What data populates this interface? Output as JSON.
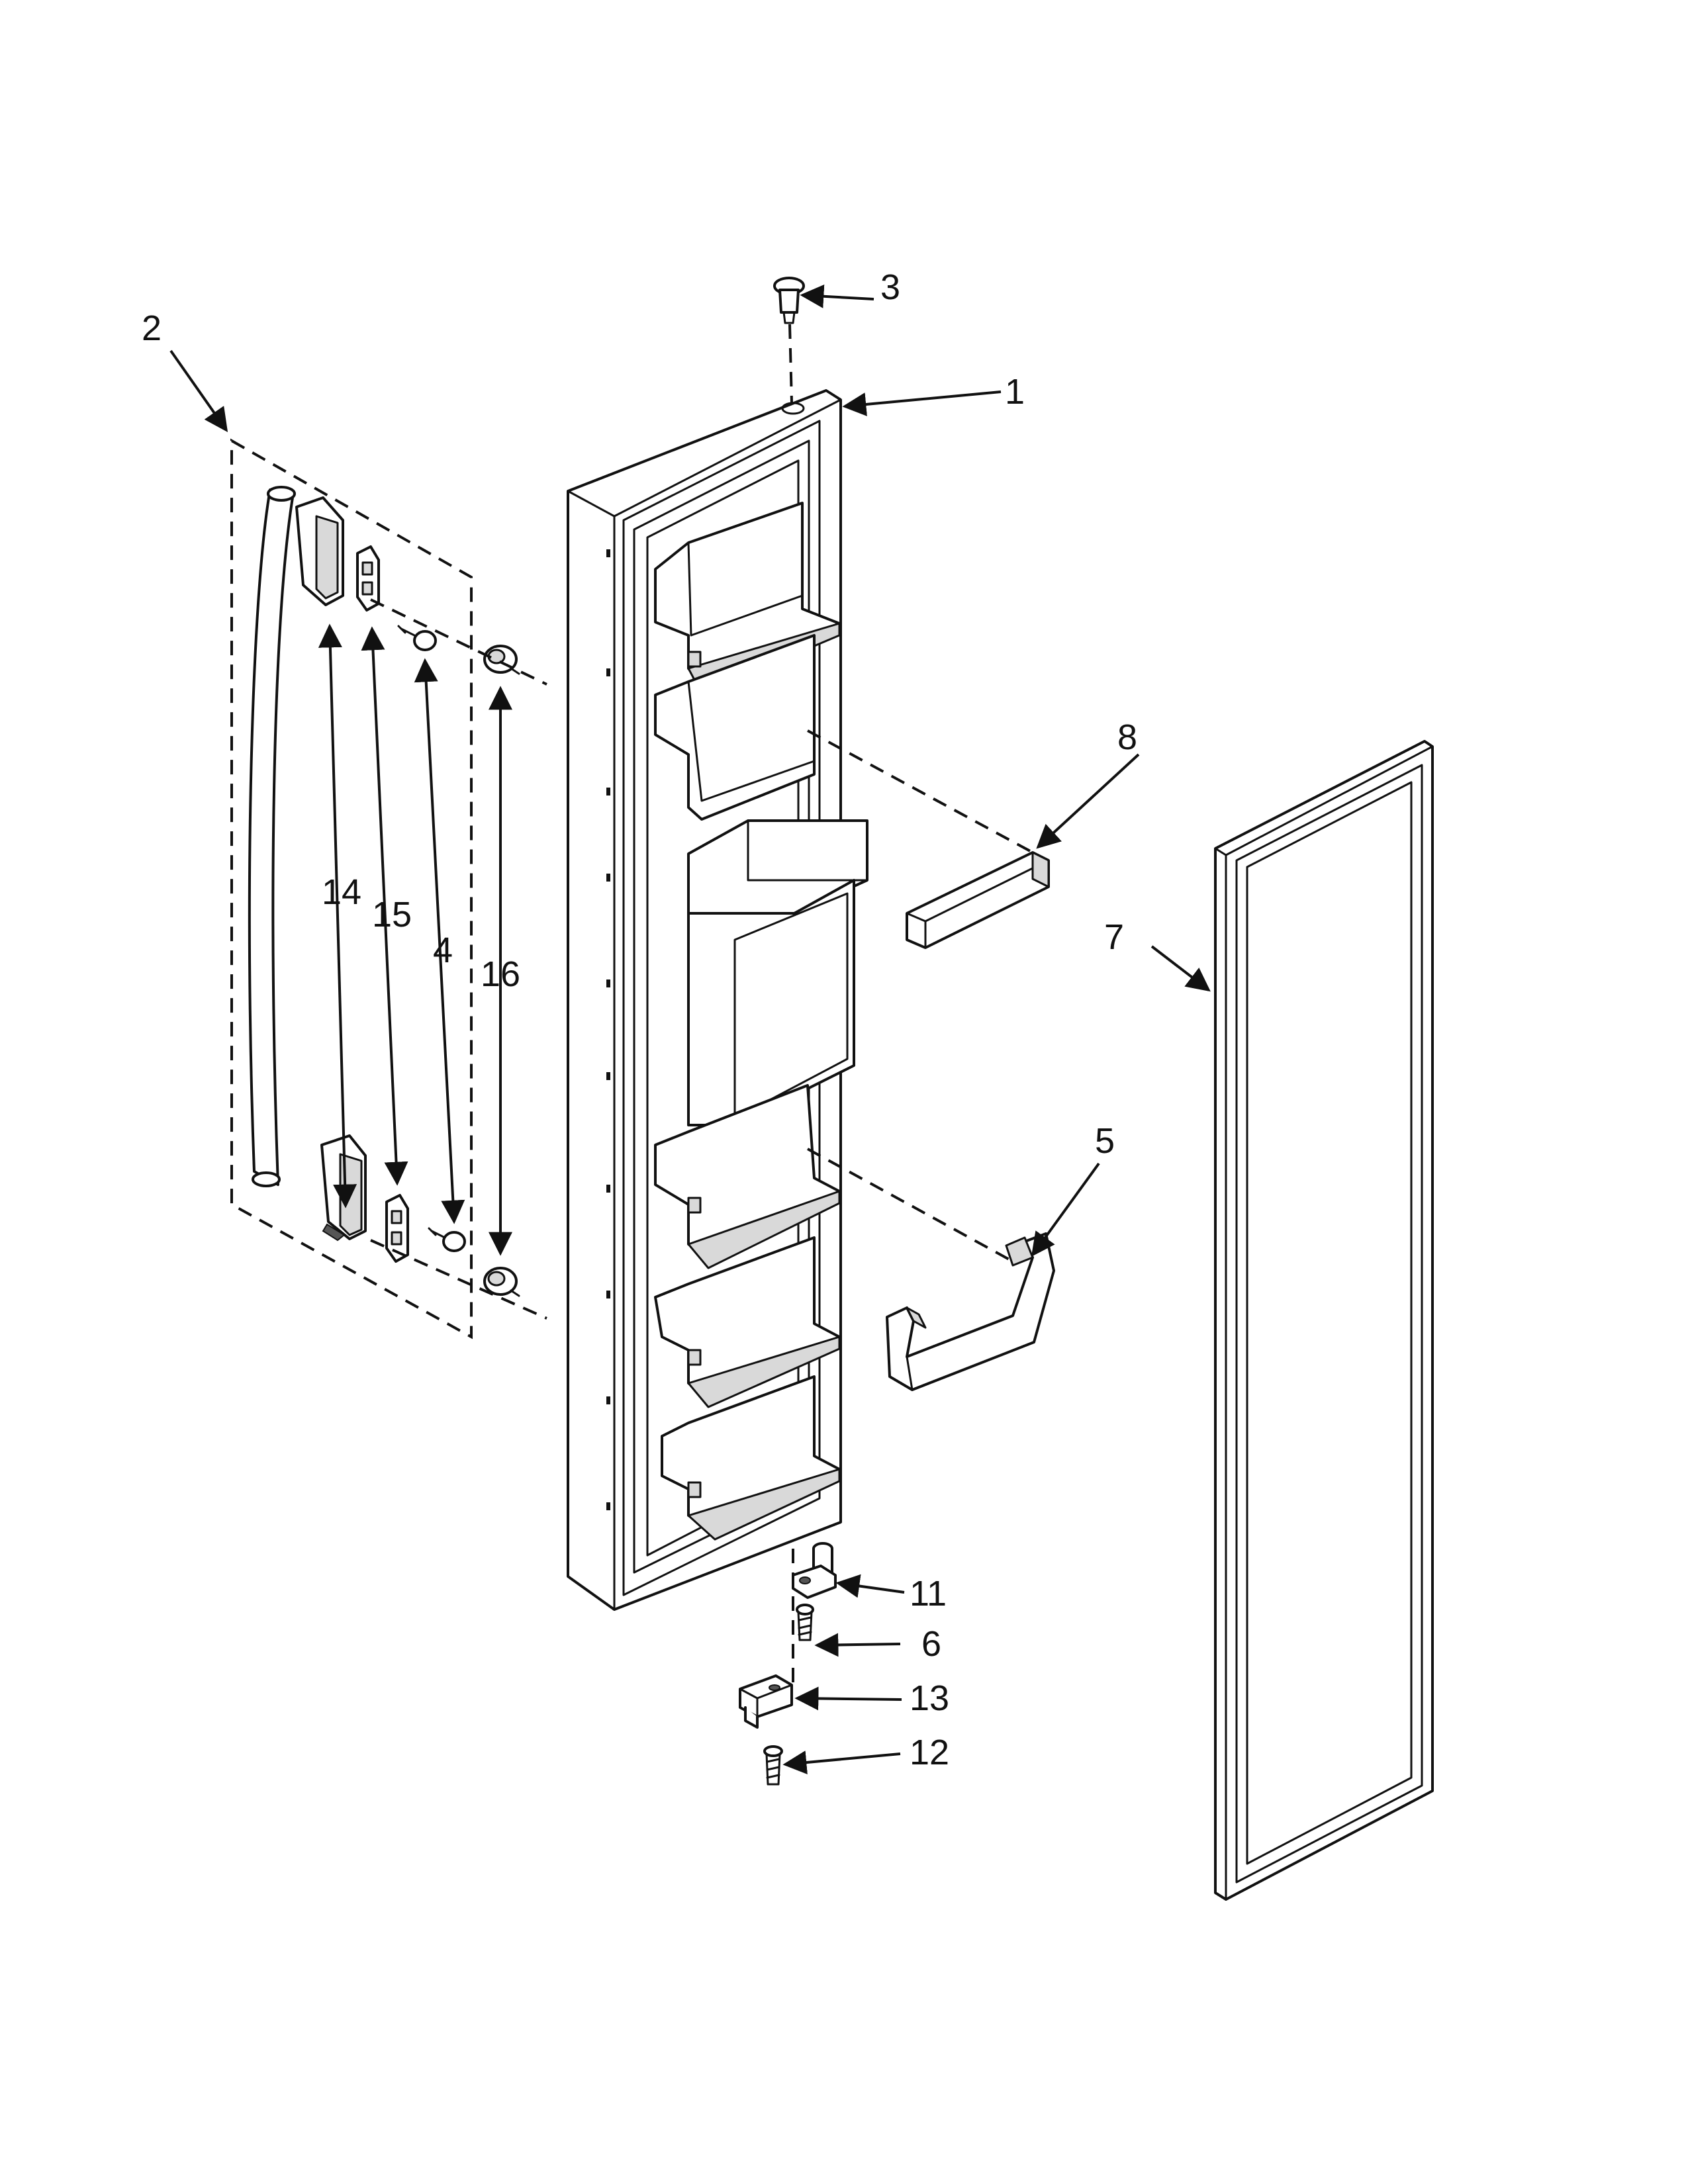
{
  "callouts": [
    {
      "id": "1",
      "label": "1"
    },
    {
      "id": "2",
      "label": "2"
    },
    {
      "id": "3",
      "label": "3"
    },
    {
      "id": "4",
      "label": "4"
    },
    {
      "id": "5",
      "label": "5"
    },
    {
      "id": "6",
      "label": "6"
    },
    {
      "id": "7",
      "label": "7"
    },
    {
      "id": "8",
      "label": "8"
    },
    {
      "id": "11",
      "label": "11"
    },
    {
      "id": "12",
      "label": "12"
    },
    {
      "id": "13",
      "label": "13"
    },
    {
      "id": "14",
      "label": "14"
    },
    {
      "id": "15",
      "label": "15"
    },
    {
      "id": "16",
      "label": "16"
    }
  ]
}
